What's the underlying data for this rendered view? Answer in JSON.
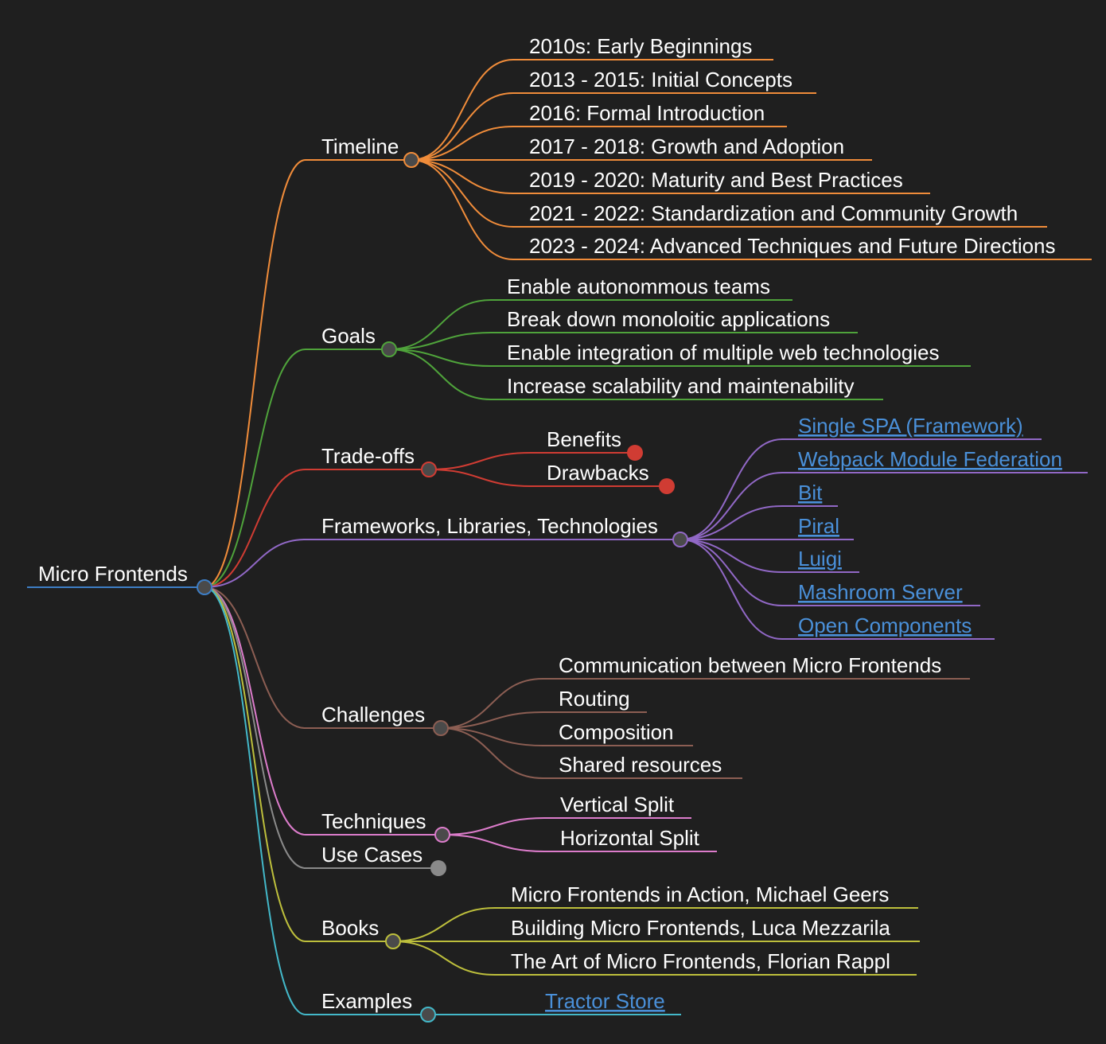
{
  "root": {
    "label": "Micro Frontends",
    "color": "#3d7dc4"
  },
  "branches": [
    {
      "key": "timeline",
      "label": "Timeline",
      "color": "#f08c3a",
      "collapsed": false,
      "children": [
        {
          "label": "2010s: Early Beginnings"
        },
        {
          "label": "2013 - 2015: Initial Concepts"
        },
        {
          "label": "2016: Formal Introduction"
        },
        {
          "label": "2017 - 2018: Growth and Adoption"
        },
        {
          "label": "2019 - 2020: Maturity and Best Practices"
        },
        {
          "label": "2021 - 2022: Standardization and Community Growth"
        },
        {
          "label": "2023 - 2024: Advanced Techniques and Future Directions"
        }
      ]
    },
    {
      "key": "goals",
      "label": "Goals",
      "color": "#4fa33b",
      "collapsed": false,
      "children": [
        {
          "label": "Enable autonommous teams"
        },
        {
          "label": "Break down monoloitic applications"
        },
        {
          "label": "Enable integration of multiple web technologies"
        },
        {
          "label": "Increase scalability and maintenability"
        }
      ]
    },
    {
      "key": "tradeoffs",
      "label": "Trade-offs",
      "color": "#d03c33",
      "collapsed": false,
      "children": [
        {
          "label": "Benefits",
          "collapsed": true
        },
        {
          "label": "Drawbacks",
          "collapsed": true
        }
      ]
    },
    {
      "key": "frameworks",
      "label": "Frameworks, Libraries, Technologies",
      "color": "#9168c6",
      "collapsed": false,
      "children": [
        {
          "label": "Single SPA (Framework)",
          "link": true
        },
        {
          "label": "Webpack Module Federation",
          "link": true
        },
        {
          "label": "Bit",
          "link": true
        },
        {
          "label": "Piral",
          "link": true
        },
        {
          "label": "Luigi",
          "link": true
        },
        {
          "label": "Mashroom Server",
          "link": true
        },
        {
          "label": "Open Components",
          "link": true
        }
      ]
    },
    {
      "key": "challenges",
      "label": "Challenges",
      "color": "#8c5e53",
      "collapsed": false,
      "children": [
        {
          "label": "Communication between Micro Frontends"
        },
        {
          "label": "Routing"
        },
        {
          "label": "Composition"
        },
        {
          "label": "Shared resources"
        }
      ]
    },
    {
      "key": "techniques",
      "label": "Techniques",
      "color": "#dc7ccb",
      "collapsed": false,
      "children": [
        {
          "label": "Vertical Split"
        },
        {
          "label": "Horizontal Split"
        }
      ]
    },
    {
      "key": "usecases",
      "label": "Use Cases",
      "color": "#8a8a8a",
      "collapsed": true,
      "children": []
    },
    {
      "key": "books",
      "label": "Books",
      "color": "#bdbf3c",
      "collapsed": false,
      "children": [
        {
          "label": "Micro Frontends in Action, Michael Geers"
        },
        {
          "label": "Building Micro Frontends, Luca Mezzarila"
        },
        {
          "label": "The Art of Micro Frontends, Florian Rappl"
        }
      ]
    },
    {
      "key": "examples",
      "label": "Examples",
      "color": "#43b8c9",
      "collapsed": false,
      "children": [
        {
          "label": "Tractor Store",
          "link": true
        }
      ]
    }
  ]
}
